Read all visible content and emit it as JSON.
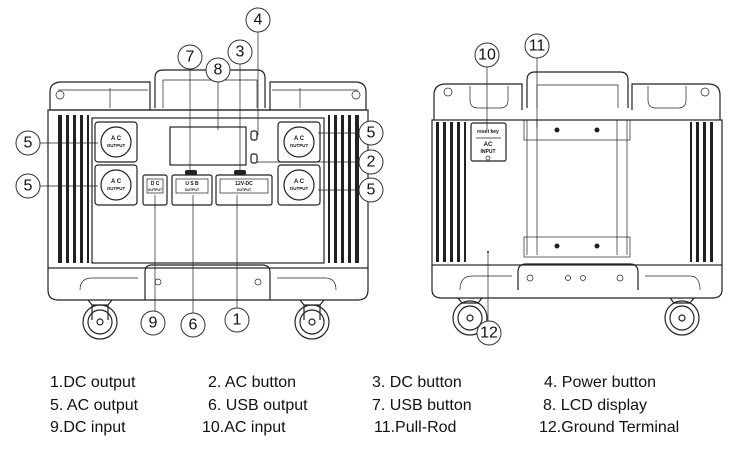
{
  "front_view": {
    "port_labels": {
      "ac_output": "A C\nOUTPUT",
      "ac": "A C",
      "output": "OUTPUT",
      "dc": "D C",
      "usb": "U S B",
      "dc12": "12V-DC"
    },
    "callouts": [
      "4",
      "7",
      "3",
      "8",
      "5",
      "5",
      "5",
      "2",
      "5",
      "9",
      "6",
      "1"
    ]
  },
  "back_view": {
    "panel_labels": {
      "reset": "reset key",
      "ac": "AC",
      "input": "INPUT"
    },
    "callouts": [
      "10",
      "11",
      "12"
    ]
  },
  "legend": [
    "1.DC output",
    "2. AC button",
    "3. DC button",
    "4. Power button",
    "5. AC output",
    "6. USB output",
    "7. USB button",
    "8. LCD display",
    "9.DC input",
    "10.AC input",
    "11.Pull-Rod",
    "12.Ground Terminal"
  ]
}
